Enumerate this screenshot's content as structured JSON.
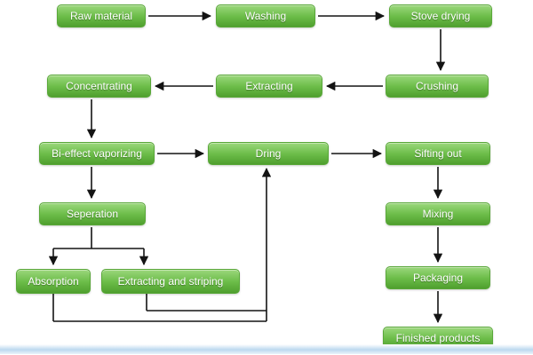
{
  "diagram": {
    "type": "flowchart",
    "nodes": [
      {
        "id": "raw-material",
        "label": "Raw material"
      },
      {
        "id": "washing",
        "label": "Washing"
      },
      {
        "id": "stove-drying",
        "label": "Stove drying"
      },
      {
        "id": "concentrating",
        "label": "Concentrating"
      },
      {
        "id": "extracting",
        "label": "Extracting"
      },
      {
        "id": "crushing",
        "label": "Crushing"
      },
      {
        "id": "bi-effect-vaporizing",
        "label": "Bi-effect vaporizing"
      },
      {
        "id": "dring",
        "label": "Dring"
      },
      {
        "id": "sifting-out",
        "label": "Sifting out"
      },
      {
        "id": "seperation",
        "label": "Seperation"
      },
      {
        "id": "mixing",
        "label": "Mixing"
      },
      {
        "id": "absorption",
        "label": "Absorption"
      },
      {
        "id": "extracting-and-striping",
        "label": "Extracting and striping"
      },
      {
        "id": "packaging",
        "label": "Packaging"
      },
      {
        "id": "finished-products",
        "label": "Finished products"
      }
    ],
    "edges": [
      {
        "from": "raw-material",
        "to": "washing"
      },
      {
        "from": "washing",
        "to": "stove-drying"
      },
      {
        "from": "stove-drying",
        "to": "crushing"
      },
      {
        "from": "crushing",
        "to": "extracting"
      },
      {
        "from": "extracting",
        "to": "concentrating"
      },
      {
        "from": "concentrating",
        "to": "bi-effect-vaporizing"
      },
      {
        "from": "bi-effect-vaporizing",
        "to": "dring"
      },
      {
        "from": "dring",
        "to": "sifting-out"
      },
      {
        "from": "bi-effect-vaporizing",
        "to": "seperation"
      },
      {
        "from": "seperation",
        "to": "absorption"
      },
      {
        "from": "seperation",
        "to": "extracting-and-striping"
      },
      {
        "from": "absorption",
        "to": "dring"
      },
      {
        "from": "extracting-and-striping",
        "to": "dring"
      },
      {
        "from": "sifting-out",
        "to": "mixing"
      },
      {
        "from": "mixing",
        "to": "packaging"
      },
      {
        "from": "packaging",
        "to": "finished-products"
      }
    ]
  },
  "colors": {
    "box_top": "#9bd77c",
    "box_mid": "#6cbd49",
    "box_bottom": "#4f9f2e",
    "box_border": "#5aa83a",
    "node_text": "#ffffff",
    "arrow": "#141414",
    "bottom_strip": "#bcd8ef"
  }
}
